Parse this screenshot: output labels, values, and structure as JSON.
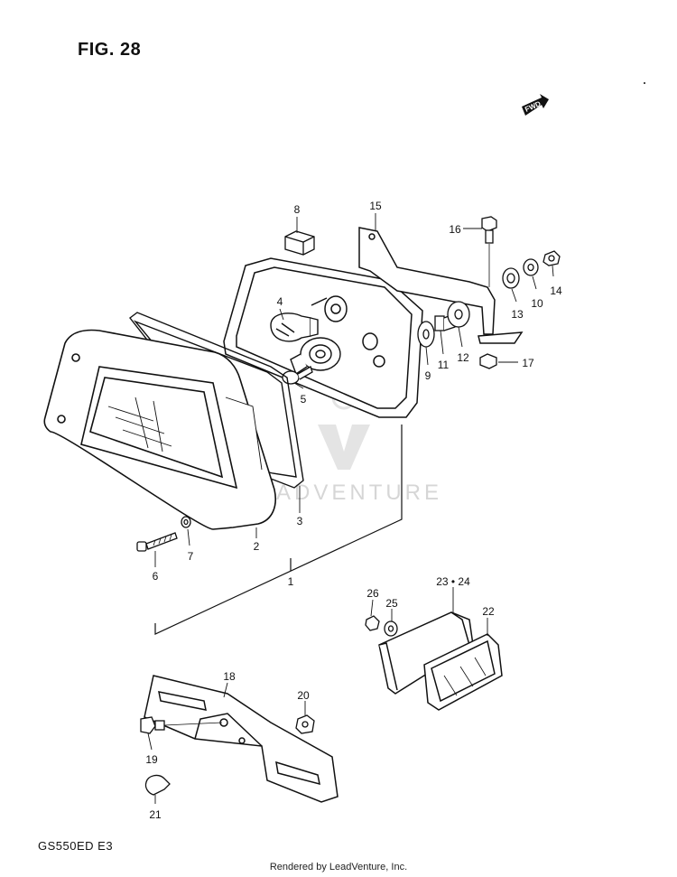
{
  "figure": {
    "title": "FIG. 28",
    "model": "GS550ED  E3"
  },
  "direction_marker": "FWD",
  "watermark": "ADVENTURE",
  "footer": {
    "credit": "Rendered by LeadVenture, Inc."
  },
  "callouts": {
    "c1": "1",
    "c2": "2",
    "c3": "3",
    "c4": "4",
    "c5": "5",
    "c6": "6",
    "c7": "7",
    "c8": "8",
    "c9": "9",
    "c10": "10",
    "c11": "11",
    "c12": "12",
    "c13": "13",
    "c14": "14",
    "c15": "15",
    "c16": "16",
    "c17": "17",
    "c18": "18",
    "c19": "19",
    "c20": "20",
    "c21": "21",
    "c22": "22",
    "c23_24": "23 • 24",
    "c25": "25",
    "c26": "26"
  }
}
